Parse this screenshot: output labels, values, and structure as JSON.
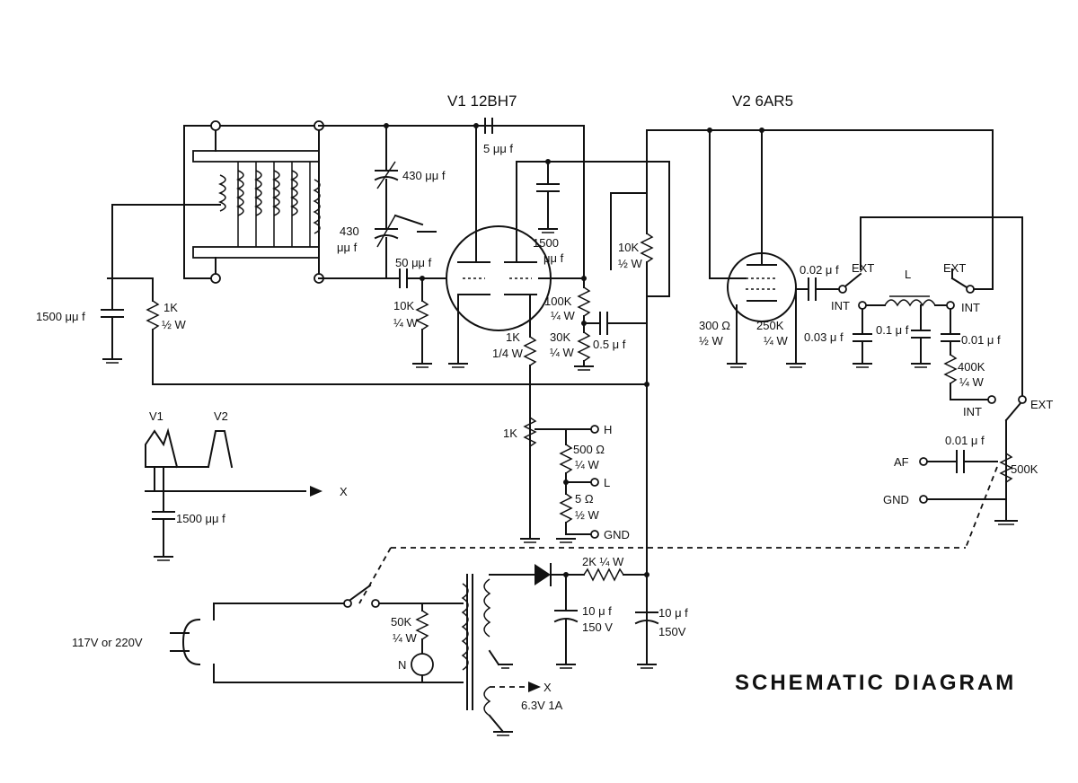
{
  "title": "SCHEMATIC DIAGRAM",
  "tubes": {
    "v1": "V1 12BH7",
    "v2": "V2 6AR5"
  },
  "labels": {
    "c_5uuf": "5 μμ f",
    "c_430a": "430 μμ f",
    "c_430b_1": "430",
    "c_430b_2": "μμ f",
    "c_1500_top": "1500",
    "c_1500_top2": "μμ f",
    "c_50": "50 μμ f",
    "c_1500_left": "1500 μμ f",
    "r_1k_top_1": "1K",
    "r_1k_top_2": "½ W",
    "r_10k_1": "10K",
    "r_10k_2": "¼ W",
    "r_1k_cath_1": "1K",
    "r_1k_cath_2": "1/4 W",
    "r_100k_1": "100K",
    "r_100k_2": "¼ W",
    "r_30k_1": "30K",
    "r_30k_2": "¼ W",
    "c_05": "0.5 μ f",
    "r_10k_plate_1": "10K",
    "r_10k_plate_2": "½ W",
    "c_002": "0.02 μ f",
    "r_300_1": "300 Ω",
    "r_300_2": "½ W",
    "r_250k_1": "250K",
    "r_250k_2": "¼ W",
    "c_003": "0.03 μ f",
    "c_01": "0.1 μ f",
    "c_001a": "0.01 μ f",
    "r_400k_1": "400K",
    "r_400k_2": "¼ W",
    "ind_l": "L",
    "sw_ext_1": "EXT",
    "sw_ext_2": "EXT",
    "sw_int_1": "INT",
    "sw_int_2": "INT",
    "sw_ext_3": "EXT",
    "sw_int_3": "INT",
    "c_001b": "0.01 μ f",
    "af": "AF",
    "gnd_right": "GND",
    "pot_500k": "500K",
    "pot_1k": "1K",
    "out_h": "H",
    "r_500_1": "500 Ω",
    "r_500_2": "¼ W",
    "out_l": "L",
    "r_5_1": "5 Ω",
    "r_5_2": "½ W",
    "gnd_out": "GND",
    "heater_v1": "V1",
    "heater_v2": "V2",
    "heater_x": "X",
    "c_1500_heater": "1500 μμ f",
    "mains": "117V or 220V",
    "r_50k_1": "50K",
    "r_50k_2": "¼ W",
    "neon": "N",
    "r_2k": "2K ¼ W",
    "c_10_1a": "10 μ f",
    "c_10_1b": "150 V",
    "c_10_2a": "10 μ f",
    "c_10_2b": "150V",
    "sec_x": "X",
    "sec_volt": "6.3V   1A"
  }
}
